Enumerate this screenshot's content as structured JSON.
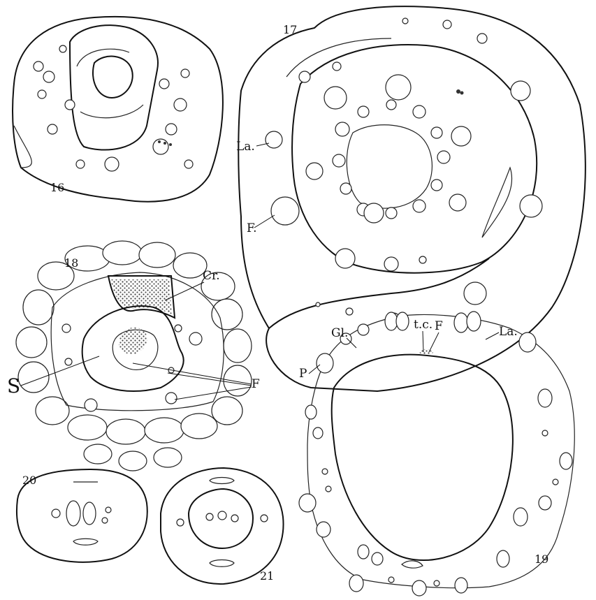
{
  "figures": {
    "f16": {
      "number": "16"
    },
    "f17": {
      "number": "17"
    },
    "f18": {
      "number": "18"
    },
    "f19": {
      "number": "19"
    },
    "f20": {
      "number": "20"
    },
    "f21": {
      "number": "21"
    }
  },
  "labels": {
    "la_17": "La.",
    "f_17": "F.",
    "cr_18": "Cr.",
    "s_18": "S",
    "f_18": "F",
    "gl_19": "Gl.",
    "tc_19": "t.c.",
    "f_19": "F",
    "la_19": "La.",
    "p_19": "P"
  }
}
